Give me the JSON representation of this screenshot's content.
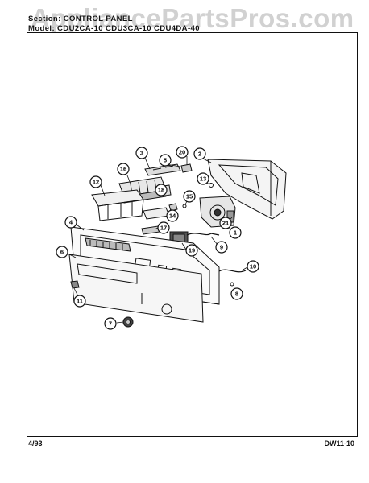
{
  "watermark": "AppliancePartsPros.com",
  "header": {
    "section_line": "Section: CONTROL PANEL",
    "model_line": "Model: CDU2CA-10  CDU3CA-10  CDU4DA-40"
  },
  "footer": {
    "left": "4/93",
    "right": "DW11-10"
  },
  "callouts": [
    "1",
    "2",
    "3",
    "4",
    "5",
    "6",
    "7",
    "8",
    "9",
    "10",
    "11",
    "12",
    "13",
    "14",
    "15",
    "16",
    "17",
    "18",
    "19",
    "20",
    "21"
  ]
}
